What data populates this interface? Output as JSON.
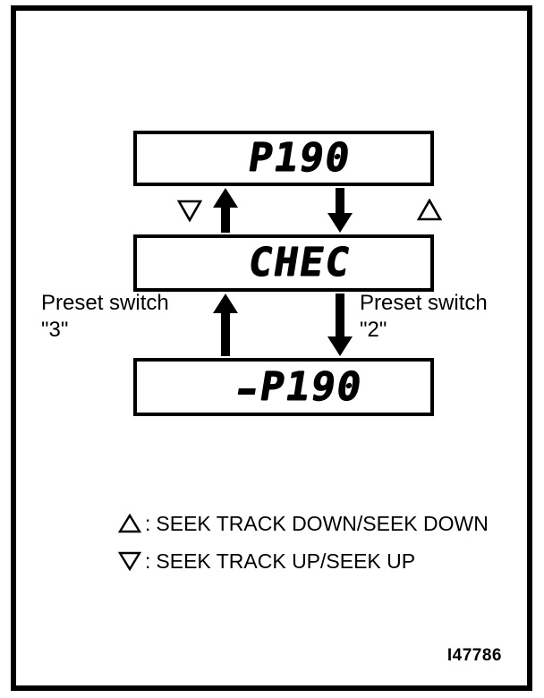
{
  "figure": {
    "reference_code": "I47786",
    "background_color": "#ffffff",
    "line_color": "#000000"
  },
  "displays": [
    {
      "id": "display-top",
      "readout": "P190",
      "has_leading_underscore": false
    },
    {
      "id": "display-middle",
      "readout": "CHEC",
      "has_leading_underscore": false
    },
    {
      "id": "display-bottom",
      "readout": "P190",
      "has_leading_underscore": true
    }
  ],
  "markers": {
    "seek_up_symbol": "▽",
    "seek_down_symbol": "△"
  },
  "preset_switches": {
    "left": {
      "label": "Preset switch",
      "number": "\"3\""
    },
    "right": {
      "label": "Preset switch",
      "number": "\"2\""
    }
  },
  "legend": {
    "separator": ":",
    "rows": [
      {
        "symbol": "△",
        "symbol_name": "triangle-up",
        "text": "SEEK TRACK DOWN/SEEK DOWN"
      },
      {
        "symbol": "▽",
        "symbol_name": "triangle-down",
        "text": "SEEK TRACK UP/SEEK UP"
      }
    ]
  }
}
